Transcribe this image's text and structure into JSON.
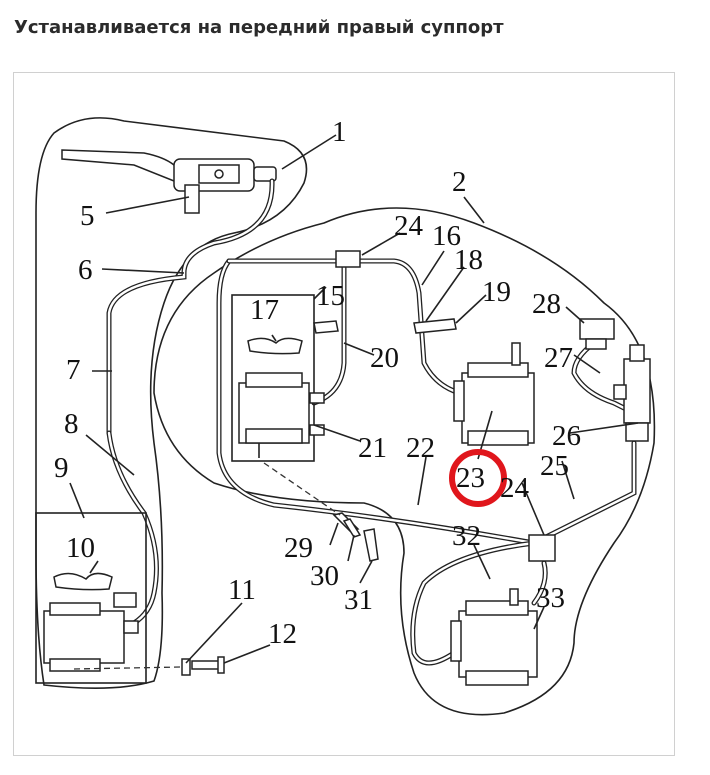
{
  "title": "Устанавливается на передний правый суппорт",
  "diagram": {
    "highlight_color": "#e0161c",
    "highlighted_label": "23",
    "labels": {
      "l1": "1",
      "l2": "2",
      "l5": "5",
      "l6": "6",
      "l7": "7",
      "l8": "8",
      "l9": "9",
      "l10": "10",
      "l11": "11",
      "l12": "12",
      "l15": "15",
      "l16": "16",
      "l17": "17",
      "l18": "18",
      "l19": "19",
      "l20": "20",
      "l21": "21",
      "l22": "22",
      "l23": "23",
      "l24a": "24",
      "l24b": "24",
      "l25": "25",
      "l26": "26",
      "l27": "27",
      "l28": "28",
      "l29": "29",
      "l30": "30",
      "l31": "31",
      "l32": "32",
      "l33": "33"
    }
  }
}
